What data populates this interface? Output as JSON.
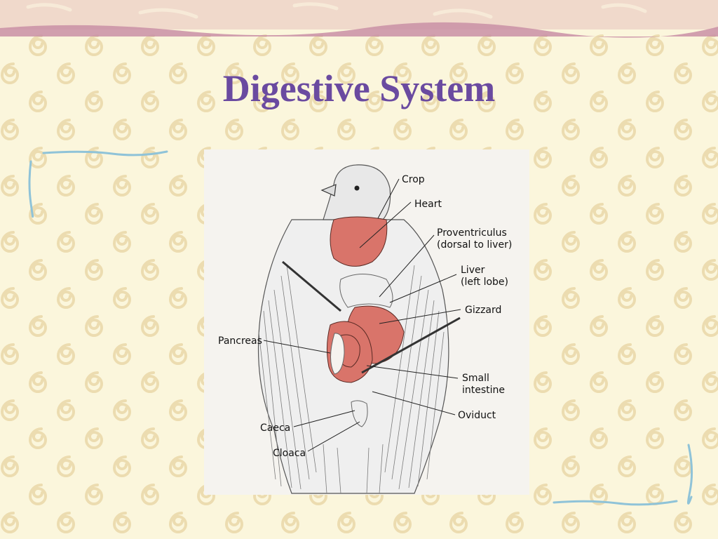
{
  "slide": {
    "title": "Digestive System",
    "colors": {
      "background": "#fbf6dc",
      "swirl": "#ecdcb0",
      "top_band": "#f0d9cb",
      "top_band_edge": "#c98fa6",
      "title": "#6a4aa0",
      "accent_line": "#8fc3d8",
      "organ": "#d9746a",
      "figure_bg": "#f5f3ef"
    }
  },
  "diagram": {
    "labels": {
      "crop": "Crop",
      "heart": "Heart",
      "proventriculus_1": "Proventriculus",
      "proventriculus_2": "(dorsal to liver)",
      "liver_1": "Liver",
      "liver_2": "(left lobe)",
      "gizzard": "Gizzard",
      "pancreas": "Pancreas",
      "small_intestine_1": "Small",
      "small_intestine_2": "intestine",
      "oviduct": "Oviduct",
      "caeca": "Caeca",
      "cloaca": "Cloaca"
    }
  }
}
